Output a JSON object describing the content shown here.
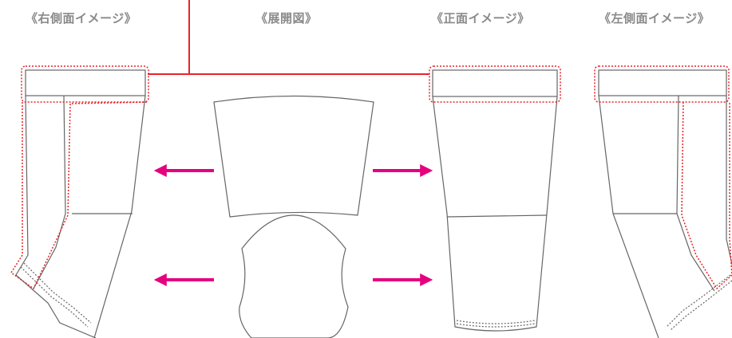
{
  "titles": {
    "right_side": "《右側面イメージ》",
    "development": "《展開図》",
    "front": "《正面イメージ》",
    "left_side": "《左側面イメージ》"
  },
  "colors": {
    "outline": "#666666",
    "highlight": "#e8232a",
    "arrow": "#e5007f",
    "title": "#8a8a8a"
  }
}
